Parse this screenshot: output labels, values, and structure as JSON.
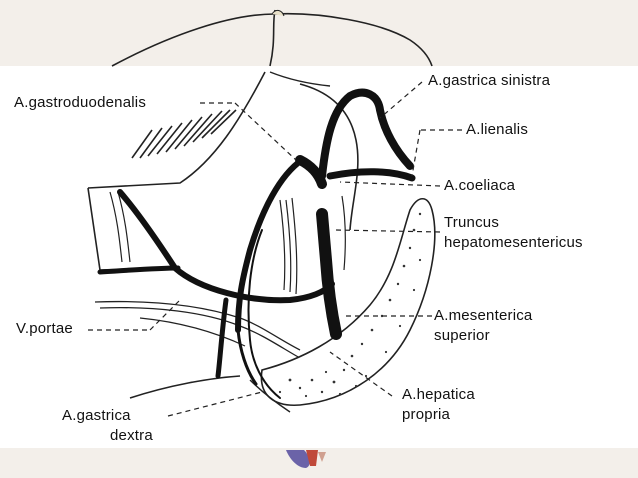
{
  "labels": {
    "gastroduodenalis": "A.gastroduodenalis",
    "gastrica_sinistra": "A.gastrica sinistra",
    "lienalis": "A.lienalis",
    "coeliaca": "A.coeliaca",
    "truncus_line1": "Truncus",
    "truncus_line2": "hepatomesentericus",
    "v_portae": "V.portae",
    "mesenterica_line1": "A.mesenterica",
    "mesenterica_line2": "superior",
    "gastrica_dextra_line1": "A.gastrica",
    "gastrica_dextra_line2": "dextra",
    "hepatica_line1": "A.hepatica",
    "hepatica_line2": "propria"
  },
  "colors": {
    "artery": "#111111",
    "background": "#ffffff",
    "page": "#f3efea"
  }
}
